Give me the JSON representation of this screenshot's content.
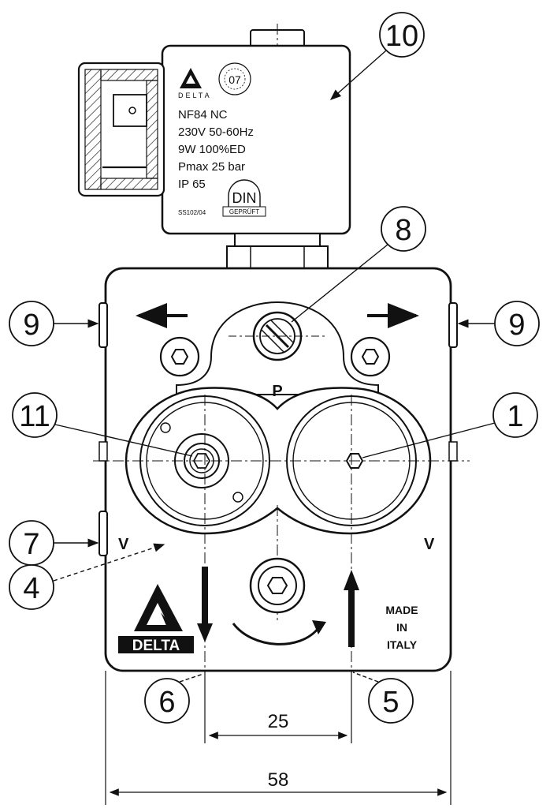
{
  "coil": {
    "logo_text": "DELTA",
    "date_code": "07",
    "model": "NF84 NC",
    "voltage": "230V 50-60Hz",
    "power": "9W 100%ED",
    "pressure": "Pmax 25 bar",
    "protection": "IP 65",
    "code": "SS102/04",
    "din_mark": "DIN",
    "din_sub": "GEPRÜFT"
  },
  "body": {
    "port_p": "P",
    "vent_left": "V",
    "vent_right": "V",
    "brand": "DELTA",
    "made_line1": "MADE",
    "made_line2": "IN",
    "made_line3": "ITALY"
  },
  "callouts": {
    "c1": "1",
    "c4": "4",
    "c5": "5",
    "c6": "6",
    "c7": "7",
    "c8": "8",
    "c9_left": "9",
    "c9_right": "9",
    "c10": "10",
    "c11": "11"
  },
  "dimensions": {
    "inner": "25",
    "outer": "58"
  }
}
